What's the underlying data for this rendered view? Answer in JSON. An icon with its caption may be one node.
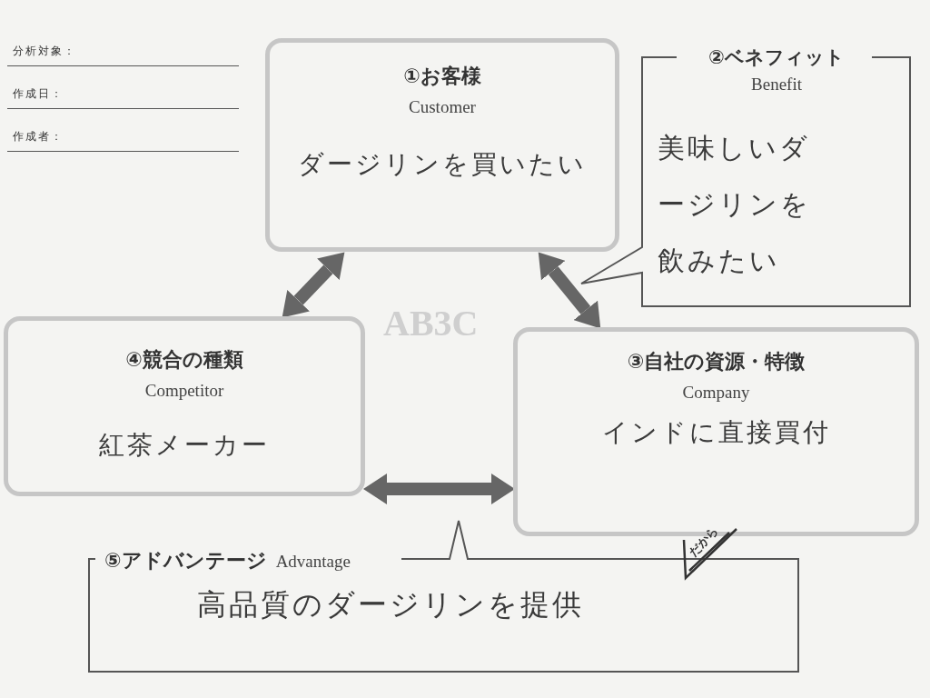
{
  "diagram": {
    "nodes": [
      {
        "text": [
          "①お客様",
          "Customer",
          "ダージリンを買いたい"
        ]
      },
      {
        "text": [
          "②ベネフィット",
          "Benefit",
          "美味しいダージリンを飲みたい"
        ]
      },
      {
        "text": [
          "④競合の種類",
          "Competitor",
          "紅茶メーカー"
        ]
      },
      {
        "text": [
          "③自社の資源・特徴",
          "Company",
          "インドに直接買付"
        ]
      },
      {
        "text": [
          "⑤アドバンテージ",
          "Advantage",
          "高品質のダージリンを提供"
        ]
      }
    ],
    "edges": [
      {
        "from": 0,
        "to": 2,
        "arrow": "both"
      },
      {
        "from": 0,
        "to": 3,
        "arrow": "both"
      },
      {
        "from": 2,
        "to": 3,
        "arrow": "both"
      }
    ],
    "labels": [
      "分析対象：",
      "作成日：",
      "作成者：",
      "AB3C",
      "だから"
    ]
  }
}
